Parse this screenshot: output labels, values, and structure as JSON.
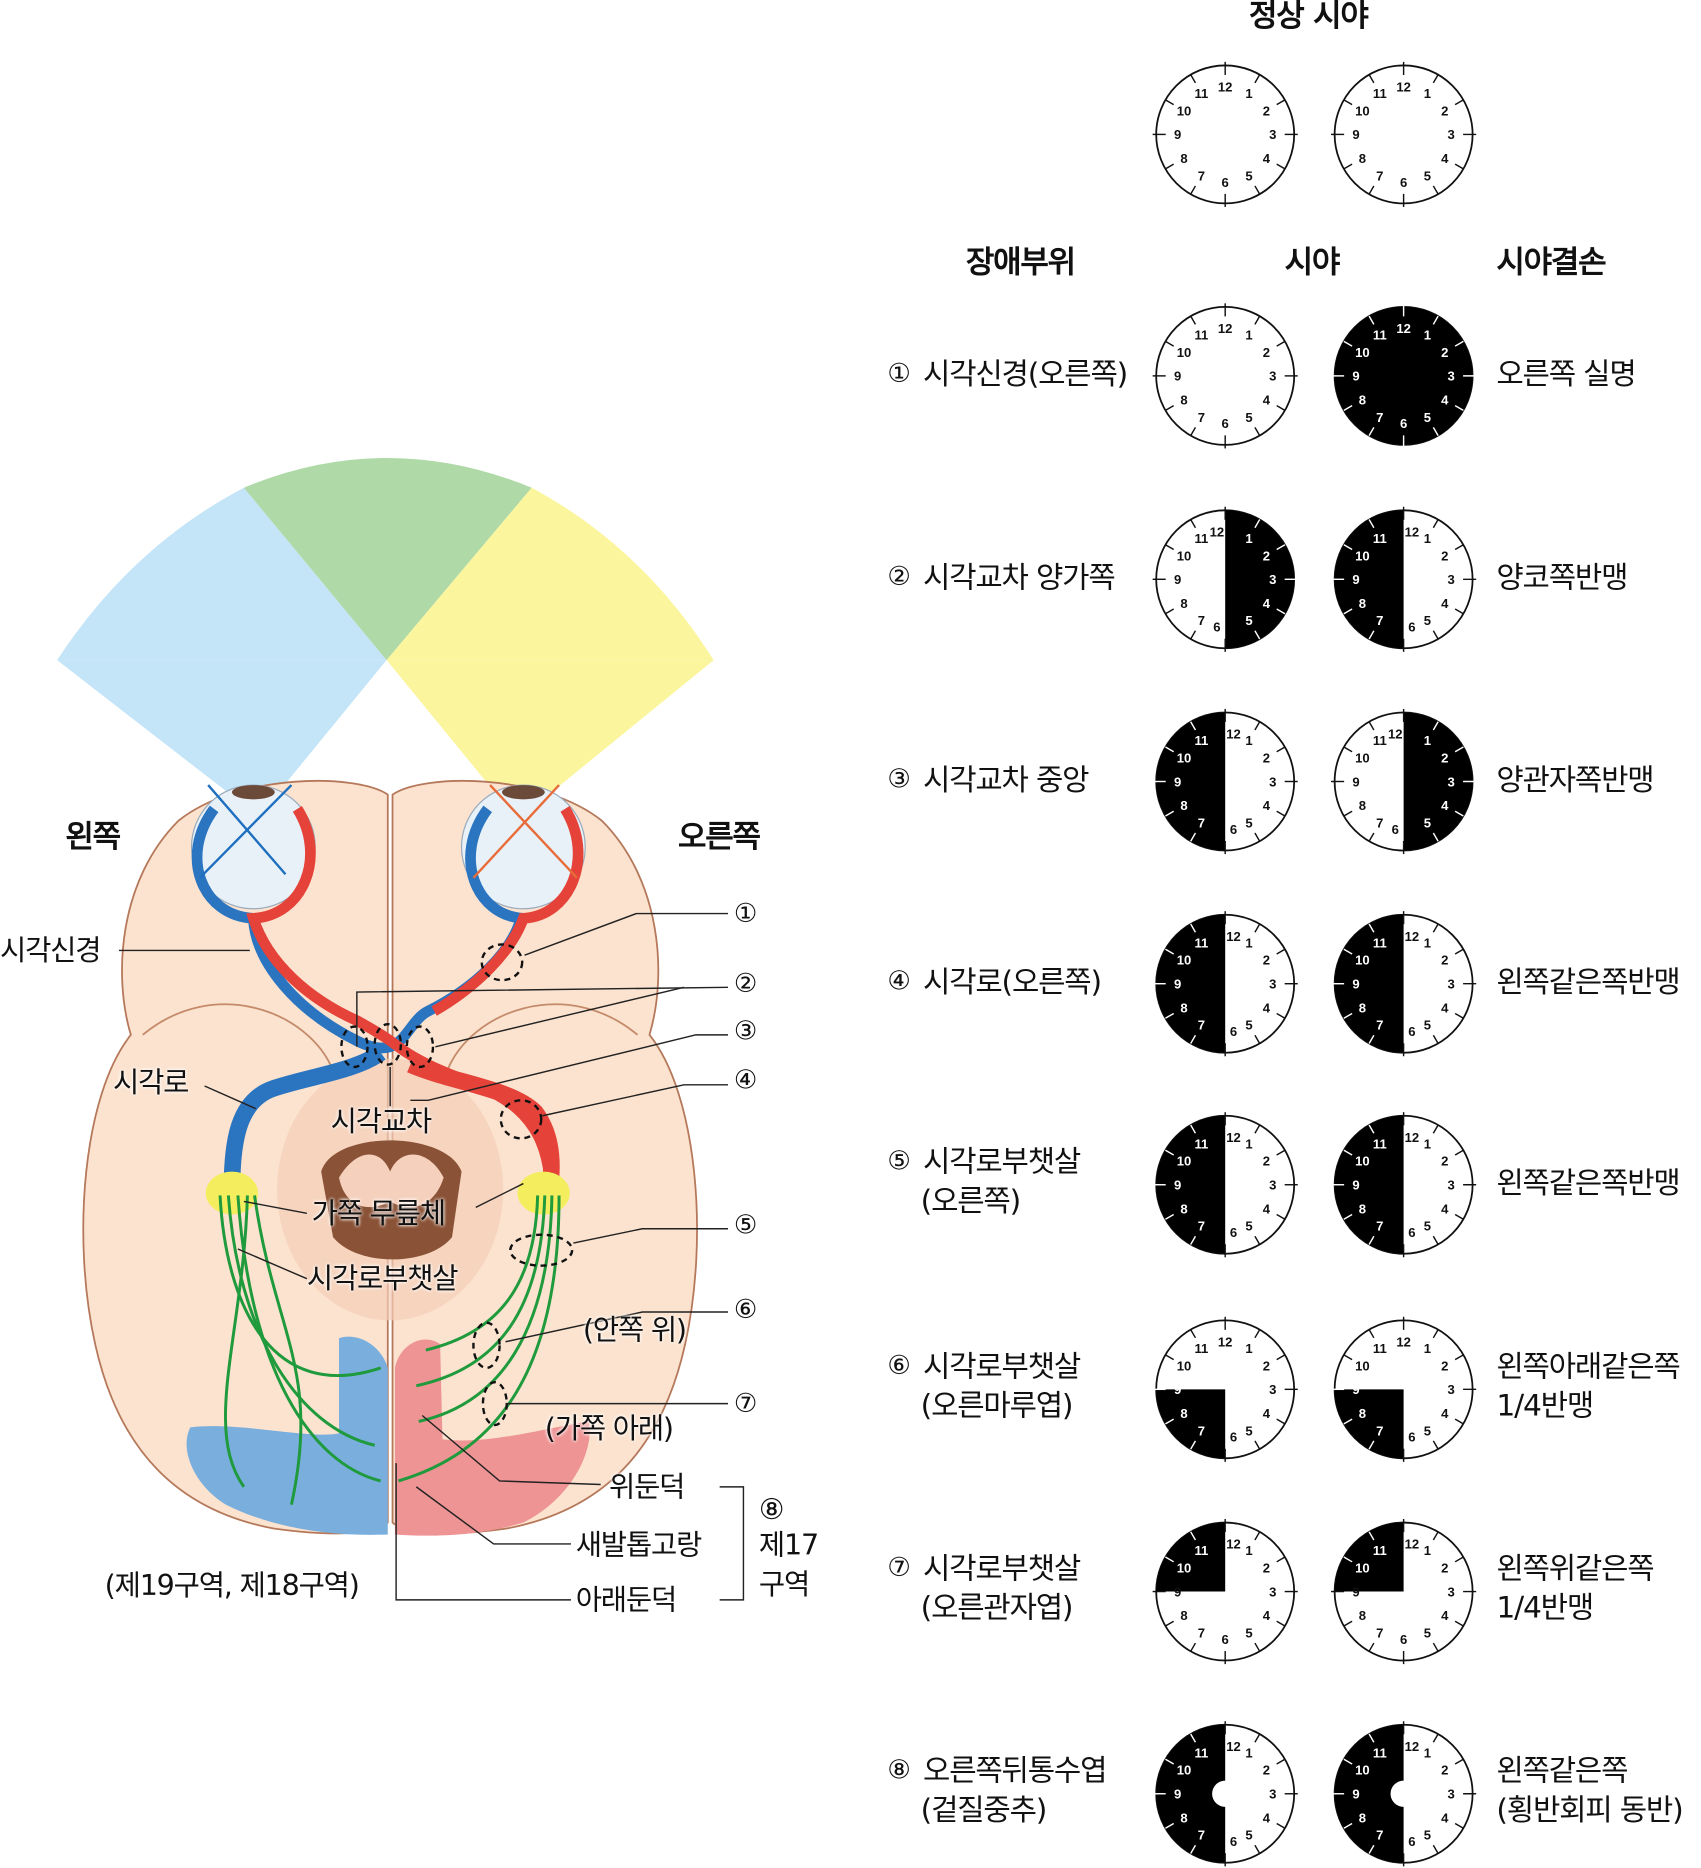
{
  "title": "정상 시야",
  "columns": {
    "site": "장애부위",
    "field": "시야",
    "defect": "시야결손"
  },
  "clock_numbers": [
    "12",
    "1",
    "2",
    "3",
    "4",
    "5",
    "6",
    "7",
    "8",
    "9",
    "10",
    "11"
  ],
  "rows": [
    {
      "num": "①",
      "site": [
        "시각신경(오른쪽)"
      ],
      "field": "none",
      "defect_field": "full",
      "defect": [
        "오른쪽 실명"
      ]
    },
    {
      "num": "②",
      "site": [
        "시각교차 양가쪽"
      ],
      "field": "right-half",
      "defect_field": "left-half",
      "defect": [
        "양코쪽반맹"
      ]
    },
    {
      "num": "③",
      "site": [
        "시각교차 중앙"
      ],
      "field": "left-half",
      "defect_field": "right-half",
      "defect": [
        "양관자쪽반맹"
      ]
    },
    {
      "num": "④",
      "site": [
        "시각로(오른쪽)"
      ],
      "field": "left-half",
      "defect_field": "left-half",
      "defect": [
        "왼쪽같은쪽반맹"
      ]
    },
    {
      "num": "⑤",
      "site": [
        "시각로부챗살",
        "(오른쪽)"
      ],
      "field": "left-half",
      "defect_field": "left-half",
      "defect": [
        "왼쪽같은쪽반맹"
      ]
    },
    {
      "num": "⑥",
      "site": [
        "시각로부챗살",
        "(오른마루엽)"
      ],
      "field": "lower-left-quarter",
      "defect_field": "lower-left-quarter",
      "defect": [
        "왼쪽아래같은쪽",
        "1/4반맹"
      ]
    },
    {
      "num": "⑦",
      "site": [
        "시각로부챗살",
        "(오른관자엽)"
      ],
      "field": "upper-left-quarter",
      "defect_field": "upper-left-quarter",
      "defect": [
        "왼쪽위같은쪽",
        "1/4반맹"
      ]
    },
    {
      "num": "⑧",
      "site": [
        "오른쪽뒤통수엽",
        "(겉질중추)"
      ],
      "field": "left-half-macular-sparing",
      "defect_field": "left-half-macular-sparing",
      "defect": [
        "왼쪽같은쪽",
        "(횡반회피 동반)"
      ]
    }
  ],
  "diagram": {
    "left": "왼쪽",
    "right": "오른쪽",
    "optic_nerve": "시각신경",
    "optic_tract": "시각로",
    "optic_chiasm": "시각교차",
    "lgn": "가쪽 무릎체",
    "optic_radiation": "시각로부챗살",
    "upper_medial": "(안쪽 위)",
    "lower_lateral": "(가쪽 아래)",
    "cuneus": "위둔덕",
    "calcarine": "새발톱고랑",
    "lingual": "아래둔덕",
    "areas_19_18": "(제19구역, 제18구역)",
    "area17_num": "⑧",
    "area17_a": "제17",
    "area17_b": "구역",
    "markers": [
      "①",
      "②",
      "③",
      "④",
      "⑤",
      "⑥",
      "⑦"
    ]
  },
  "colors": {
    "left_field": "#c3e5f7",
    "center_field": "#b0d9a8",
    "right_field": "#fbf59d",
    "left_pathway": "#2a74c0",
    "right_pathway": "#e5433a",
    "brain": "#fbe3cf",
    "lgn": "#f4ee5e",
    "radiation": "#1f9a3c",
    "cortex_left": "#7aaedd",
    "cortex_right": "#ee9494"
  }
}
